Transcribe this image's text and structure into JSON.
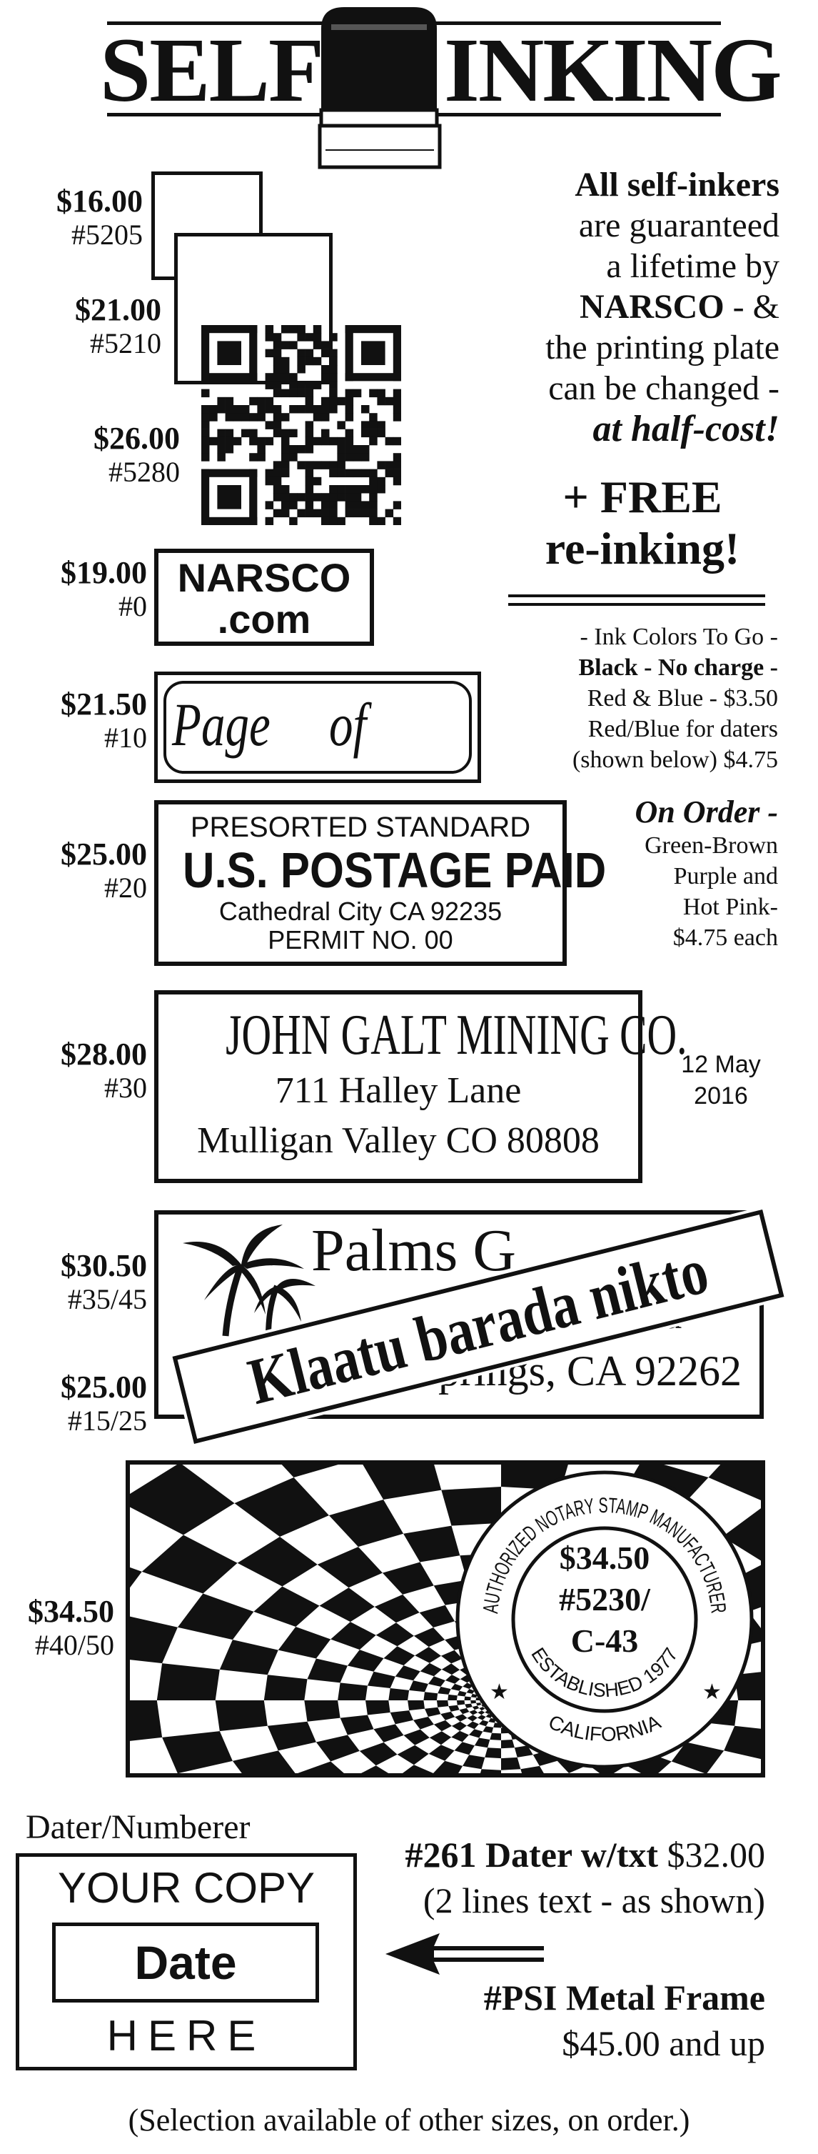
{
  "header": {
    "left": "SELF",
    "right": "INKING"
  },
  "guarantee": {
    "line1": "All self-inkers",
    "line2": "are guaranteed",
    "line3": "a lifetime by",
    "brand": "NARSCO",
    "line4_tail": " - &",
    "line5": "the printing plate",
    "line6": "can be changed -",
    "line7": "at half-cost!",
    "free1": "+ FREE",
    "free2": "re-inking!"
  },
  "ink": {
    "title": "- Ink Colors To Go -",
    "black": "Black - No charge -",
    "redblue": "Red & Blue - $3.50",
    "daters": "Red/Blue for daters",
    "daters2": "(shown below) $4.75",
    "order_title": "On Order -",
    "order1": "Green-Brown",
    "order2": "Purple and",
    "order3": "Hot Pink-",
    "order4": "$4.75 each"
  },
  "stamps": [
    {
      "price": "$16.00",
      "num": "#5205"
    },
    {
      "price": "$21.00",
      "num": "#5210"
    },
    {
      "price": "$26.00",
      "num": "#5280"
    },
    {
      "price": "$19.00",
      "num": "#0",
      "lines": [
        "NARSCO",
        ".com"
      ]
    },
    {
      "price": "$21.50",
      "num": "#10",
      "lines": [
        "Page",
        "of"
      ]
    },
    {
      "price": "$25.00",
      "num": "#20",
      "lines": [
        "PRESORTED STANDARD",
        "U.S. POSTAGE PAID",
        "Cathedral City CA 92235",
        "PERMIT NO. 00"
      ]
    },
    {
      "price": "$28.00",
      "num": "#30",
      "lines": [
        "JOHN GALT MINING CO.",
        "711 Halley Lane",
        "Mulligan Valley CO 80808"
      ]
    },
    {
      "price": "$30.50",
      "num": "#35/45",
      "lines": [
        "Palms G",
        "evard",
        "prings, CA 92262"
      ]
    },
    {
      "price": "$25.00",
      "num": "#15/25"
    },
    {
      "price": "$34.50",
      "num": "#40/50"
    }
  ],
  "date_stamp": {
    "line1": "12 May",
    "line2": "2016"
  },
  "overlay_banner": "Klaatu barada nikto",
  "notary": {
    "price": "$34.50",
    "num": "#5230/",
    "code": "C-43",
    "arc_top": "AUTHORIZED NOTARY STAMP MANUFACTURER",
    "arc_mid": "ESTABLISHED 1977",
    "arc_bottom": "CALIFORNIA"
  },
  "dater": {
    "title": "Dater/Numberer",
    "line1": "YOUR COPY",
    "line2": "Date",
    "line3": "HERE",
    "d261_label": "#261 Dater w/txt",
    "d261_price": " $32.00",
    "d261_note": "(2 lines text - as shown)",
    "psi_label": "#PSI Metal Frame",
    "psi_price": "$45.00 and up"
  },
  "footer": "(Selection available of other sizes, on order.)"
}
